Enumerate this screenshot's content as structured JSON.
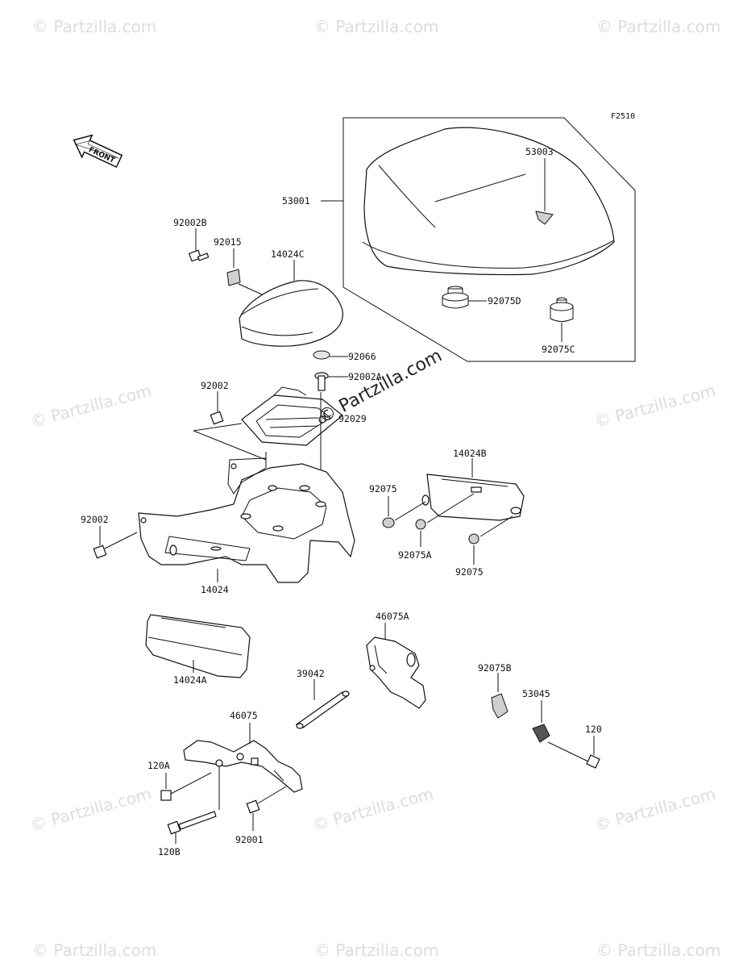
{
  "figure_code": "F2510",
  "front_label": "FRONT",
  "watermarks": [
    "© Partzilla.com",
    "© Partzilla.com",
    "© Partzilla.com",
    "© Partzilla.com",
    "© Partzilla.com",
    "© Partzilla.com",
    "© Partzilla.com",
    "© Partzilla.com",
    "© Partzilla.com",
    "© Partzilla.com",
    "© Partzilla.com"
  ],
  "center_watermark": "© Partzilla.com",
  "parts": {
    "p53003": "53003",
    "p53001": "53001",
    "p92002B": "92002B",
    "p92015": "92015",
    "p14024C": "14024C",
    "p92075D": "92075D",
    "p92075C": "92075C",
    "p92066": "92066",
    "p92002A": "92002A",
    "p92002_top": "92002",
    "p92029": "92029",
    "p14024B": "14024B",
    "p92075_left": "92075",
    "p92002_left": "92002",
    "p92075A": "92075A",
    "p92075_right": "92075",
    "p14024": "14024",
    "p46075A": "46075A",
    "p14024A": "14024A",
    "p39042": "39042",
    "p92075B": "92075B",
    "p53045": "53045",
    "p46075": "46075",
    "p120": "120",
    "p120A": "120A",
    "p120B": "120B",
    "p92001": "92001"
  }
}
